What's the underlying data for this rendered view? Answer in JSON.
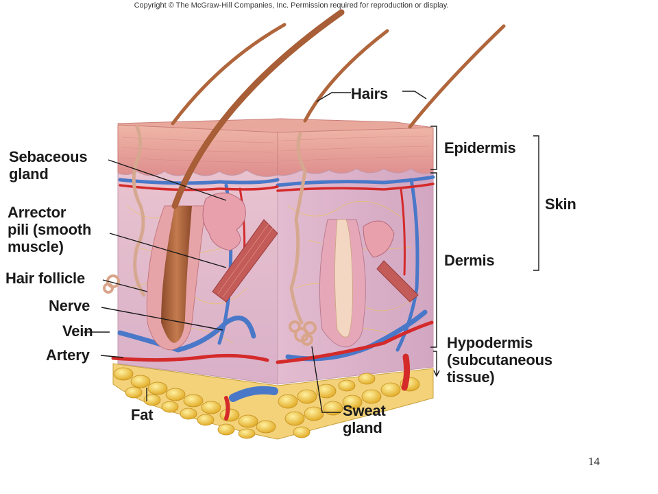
{
  "copyright": "Copyright © The McGraw-Hill Companies, Inc. Permission required for reproduction or display.",
  "labels": {
    "hairs": "Hairs",
    "epidermis": "Epidermis",
    "skin": "Skin",
    "dermis": "Dermis",
    "hypodermis_line1": "Hypodermis",
    "hypodermis_line2": "(subcutaneous",
    "hypodermis_line3": "tissue)",
    "sebaceous_line1": "Sebaceous",
    "sebaceous_line2": "gland",
    "arrector_line1": "Arrector",
    "arrector_line2": "pili (smooth",
    "arrector_line3": "muscle)",
    "hair_follicle": "Hair follicle",
    "nerve": "Nerve",
    "vein": "Vein",
    "artery": "Artery",
    "fat": "Fat",
    "sweat_line1": "Sweat",
    "sweat_line2": "gland"
  },
  "page_number": "14",
  "colors": {
    "epidermis": "#e8a4a0",
    "dermis": "#e2bccb",
    "fat": "#f2c94c",
    "vein": "#4a78c8",
    "artery": "#d42a2a",
    "hair": "#b0663c"
  }
}
